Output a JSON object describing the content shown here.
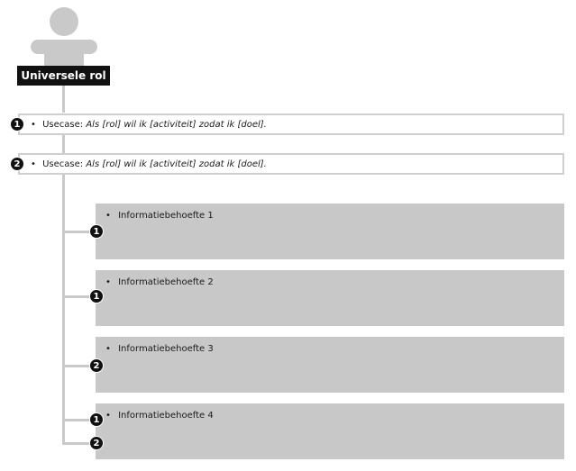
{
  "role": {
    "label": "Universele rol",
    "icon": "person-icon"
  },
  "usecases": [
    {
      "badge": "1",
      "bullet": "•",
      "prefix": "Usecase:",
      "template": "Als [rol] wil ik [activiteit] zodat ik [doel]."
    },
    {
      "badge": "2",
      "bullet": "•",
      "prefix": "Usecase:",
      "template": "Als [rol] wil ik [activiteit] zodat ik [doel]."
    }
  ],
  "informatiebehoeften": [
    {
      "bullet": "•",
      "label": "Informatiebehoefte 1",
      "badges": [
        "1"
      ]
    },
    {
      "bullet": "•",
      "label": "Informatiebehoefte 2",
      "badges": [
        "1"
      ]
    },
    {
      "bullet": "•",
      "label": "Informatiebehoefte 3",
      "badges": [
        "2"
      ]
    },
    {
      "bullet": "•",
      "label": "Informatiebehoefte 4",
      "badges": [
        "1",
        "2"
      ]
    }
  ],
  "colors": {
    "connector": "#c9c9c9",
    "info_box": "#c8c8c8",
    "usecase_border": "#cfcfcf",
    "badge": "#111111",
    "role_label_bg": "#111111"
  }
}
